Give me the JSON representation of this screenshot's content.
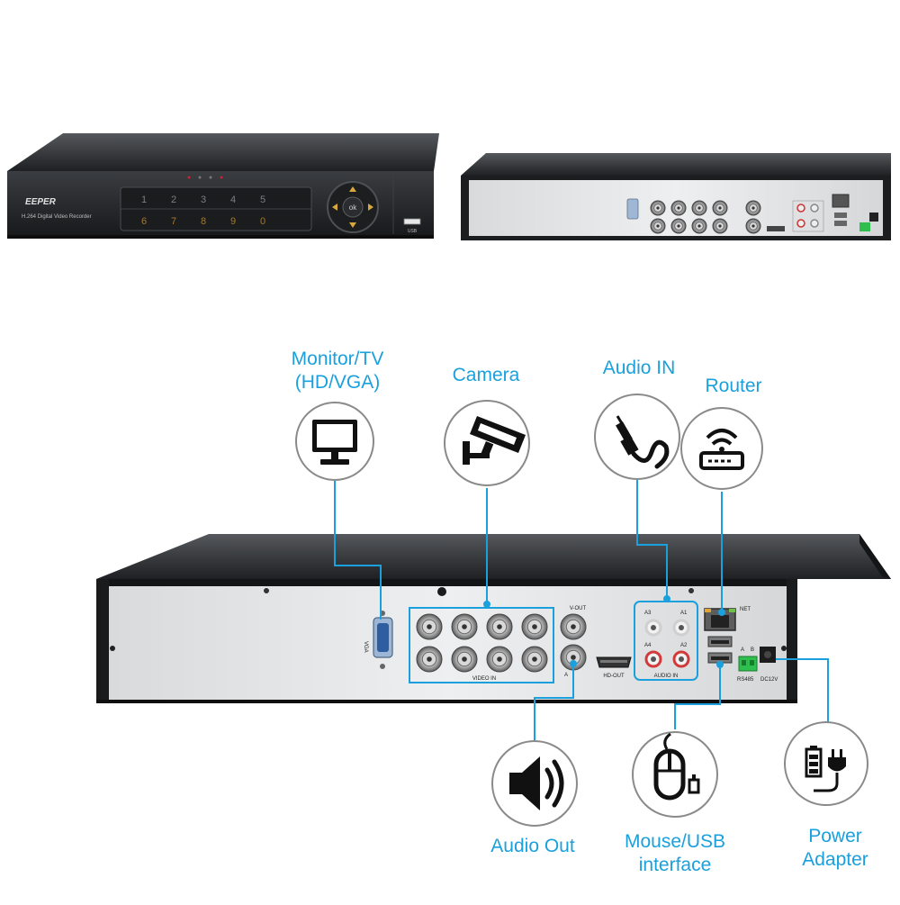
{
  "front_panel": {
    "brand": "EEPER",
    "model": "H.264 Digital Video Recorder",
    "keys_row1": [
      "1",
      "2",
      "3",
      "4",
      "5"
    ],
    "keys_row2": [
      "6",
      "7",
      "8",
      "9",
      "0"
    ],
    "ok_label": "ok",
    "usb_label": "USB"
  },
  "rear_panel": {
    "vga": "VGA",
    "video_in": "VIDEO IN",
    "v_out": "V-OUT",
    "hd_out": "HD-OUT",
    "audio_in": "AUDIO IN",
    "net": "NET",
    "rs485": "RS485",
    "dc12v": "DC12V",
    "terminal_a": "A",
    "terminal_b": "B",
    "audio_ports": [
      "A3",
      "A1",
      "A4",
      "A2"
    ],
    "audio_out_port": "A"
  },
  "callouts": {
    "monitor": [
      "Monitor/TV",
      "(HD/VGA)"
    ],
    "camera": "Camera",
    "audio_in": "Audio IN",
    "router": "Router",
    "audio_out": "Audio Out",
    "mouse_usb": [
      "Mouse/USB",
      "interface"
    ],
    "power": [
      "Power",
      "Adapter"
    ]
  },
  "icons": [
    "monitor-icon",
    "cctv-camera-icon",
    "audio-jack-icon",
    "router-icon",
    "speaker-icon",
    "mouse-usb-icon",
    "power-adapter-icon"
  ],
  "colors": {
    "accent": "#1aa0dc",
    "chassis": "#2b2d30",
    "backplate": "#e4e5e7"
  }
}
